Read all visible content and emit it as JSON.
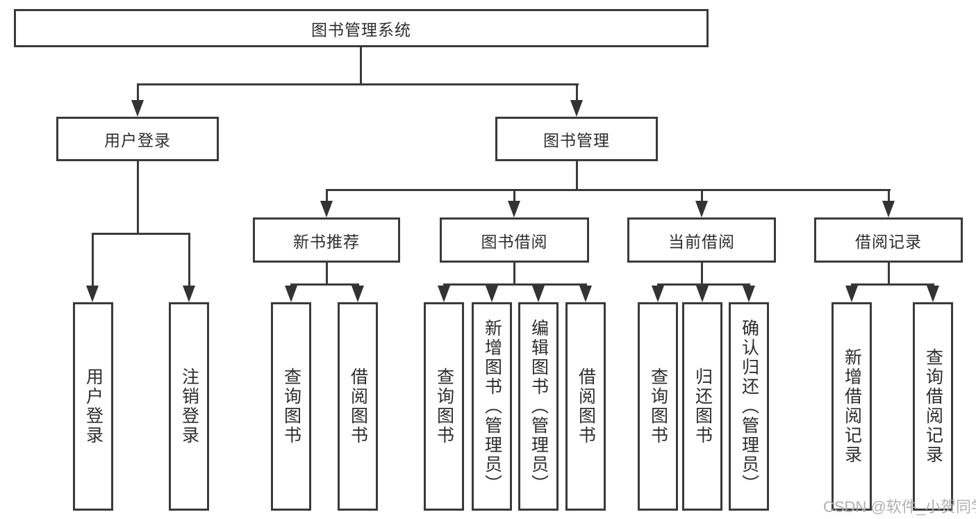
{
  "diagram": {
    "title": "图书管理系统",
    "tree": {
      "label": "图书管理系统",
      "children": [
        {
          "label": "用户登录",
          "children": [
            {
              "label": "用户登录"
            },
            {
              "label": "注销登录"
            }
          ]
        },
        {
          "label": "图书管理",
          "children": [
            {
              "label": "新书推荐",
              "children": [
                {
                  "label": "查询图书"
                },
                {
                  "label": "借阅图书"
                }
              ]
            },
            {
              "label": "图书借阅",
              "children": [
                {
                  "label": "查询图书"
                },
                {
                  "label": "新增图书（管理员）"
                },
                {
                  "label": "编辑图书（管理员）"
                },
                {
                  "label": "借阅图书"
                }
              ]
            },
            {
              "label": "当前借阅",
              "children": [
                {
                  "label": "查询图书"
                },
                {
                  "label": "归还图书"
                },
                {
                  "label": "确认归还（管理员）"
                }
              ]
            },
            {
              "label": "借阅记录",
              "children": [
                {
                  "label": "新增借阅记录"
                },
                {
                  "label": "查询借阅记录"
                }
              ]
            }
          ]
        }
      ]
    },
    "colors": {
      "line": "#3a3a3a",
      "text": "#2d2d2d",
      "background": "#ffffff",
      "watermark_text": "#b0b0b0"
    }
  },
  "watermark": {
    "text": "CSDN @软件_小贺同学"
  }
}
